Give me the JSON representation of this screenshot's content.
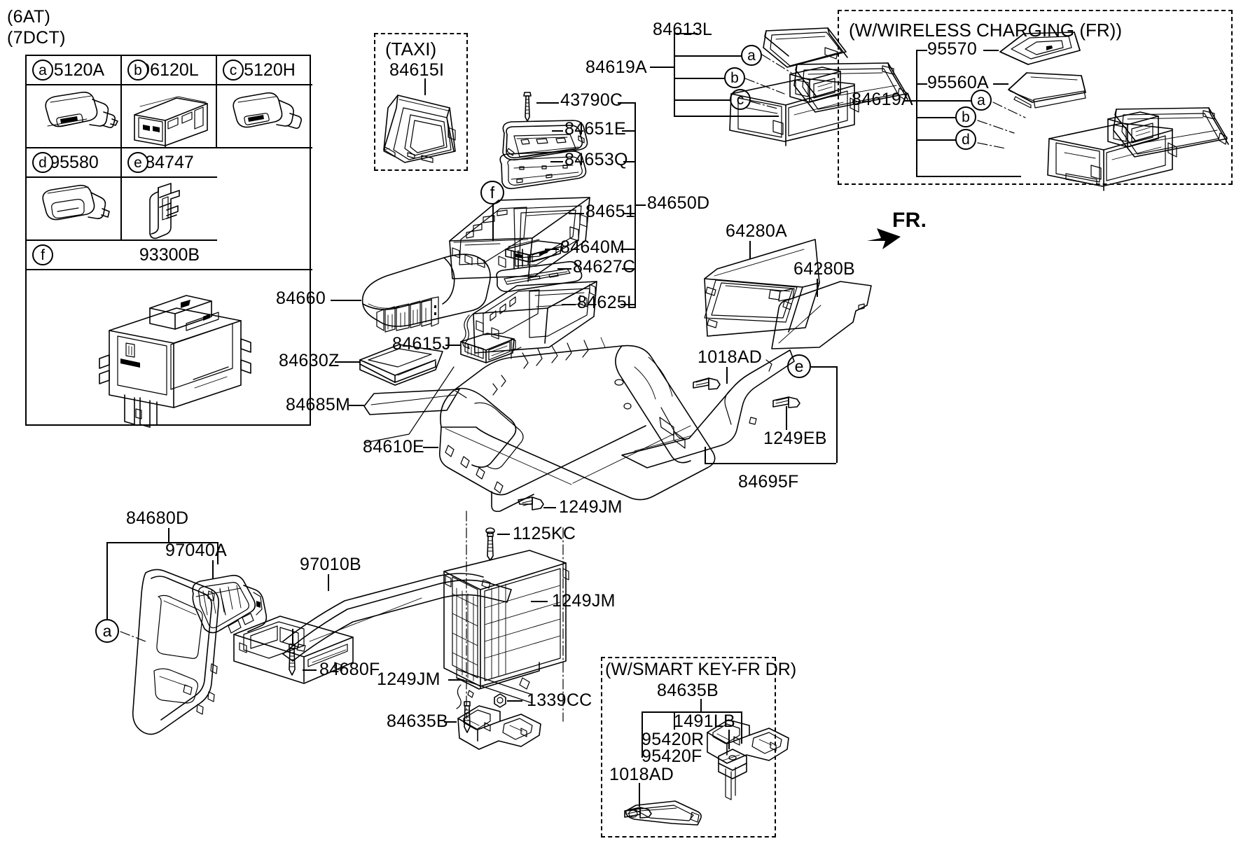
{
  "diagram": {
    "transmission_note_line1": "(6AT)",
    "transmission_note_line2": "(7DCT)",
    "direction_marker": "FR."
  },
  "legend": {
    "items": [
      {
        "key": "a",
        "part": "95120A",
        "icon": "cigar-lighter-icon"
      },
      {
        "key": "b",
        "part": "96120L",
        "icon": "usb-aux-jack-icon"
      },
      {
        "key": "c",
        "part": "95120H",
        "icon": "power-outlet-icon"
      },
      {
        "key": "d",
        "part": "95580",
        "icon": "charging-cap-icon"
      },
      {
        "key": "e",
        "part": "84747",
        "icon": "clip-icon"
      },
      {
        "key": "f",
        "part": "93300B",
        "icon": "switch-assembly-icon"
      }
    ]
  },
  "variant_boxes": [
    {
      "id": "taxi",
      "title": "(TAXI)",
      "parts": [
        "84615I"
      ]
    },
    {
      "id": "wireless-charging",
      "title": "(W/WIRELESS CHARGING (FR))",
      "parts": [
        "95570",
        "95560A",
        "84619A"
      ],
      "bubbles": [
        "a",
        "b",
        "d"
      ]
    },
    {
      "id": "smart-key",
      "title": "(W/SMART KEY-FR DR)",
      "parts": [
        "84635B",
        "1491LB",
        "95420R",
        "95420F",
        "1018AD"
      ]
    }
  ],
  "callouts": [
    {
      "id": "c-84613L",
      "part": "84613L"
    },
    {
      "id": "c-84619A-top",
      "part": "84619A"
    },
    {
      "id": "c-43790C",
      "part": "43790C"
    },
    {
      "id": "c-84651E",
      "part": "84651E"
    },
    {
      "id": "c-84653Q",
      "part": "84653Q"
    },
    {
      "id": "c-84651",
      "part": "84651"
    },
    {
      "id": "c-84650D",
      "part": "84650D"
    },
    {
      "id": "c-84640M",
      "part": "84640M"
    },
    {
      "id": "c-84627C",
      "part": "84627C"
    },
    {
      "id": "c-84625L",
      "part": "84625L"
    },
    {
      "id": "c-84660",
      "part": "84660"
    },
    {
      "id": "c-84615J",
      "part": "84615J"
    },
    {
      "id": "c-84630Z",
      "part": "84630Z"
    },
    {
      "id": "c-84685M",
      "part": "84685M"
    },
    {
      "id": "c-84610E",
      "part": "84610E"
    },
    {
      "id": "c-64280A",
      "part": "64280A"
    },
    {
      "id": "c-64280B",
      "part": "64280B"
    },
    {
      "id": "c-1018AD",
      "part": "1018AD"
    },
    {
      "id": "c-1249EB",
      "part": "1249EB"
    },
    {
      "id": "c-84695F",
      "part": "84695F"
    },
    {
      "id": "c-1249JM-mid",
      "part": "1249JM"
    },
    {
      "id": "c-1125KC",
      "part": "1125KC"
    },
    {
      "id": "c-84680D",
      "part": "84680D"
    },
    {
      "id": "c-97040A",
      "part": "97040A"
    },
    {
      "id": "c-97010B",
      "part": "97010B"
    },
    {
      "id": "c-84680F",
      "part": "84680F"
    },
    {
      "id": "c-1249JM-left",
      "part": "1249JM"
    },
    {
      "id": "c-1249JM-bottom",
      "part": "1249JM"
    },
    {
      "id": "c-1339CC",
      "part": "1339CC"
    },
    {
      "id": "c-84635B-bottom",
      "part": "84635B"
    },
    {
      "id": "c-95570",
      "part": "95570"
    },
    {
      "id": "c-95560A",
      "part": "95560A"
    },
    {
      "id": "c-84619A-wc",
      "part": "84619A"
    },
    {
      "id": "c-84615I",
      "part": "84615I"
    },
    {
      "id": "c-84635B-sk",
      "part": "84635B"
    },
    {
      "id": "c-1491LB",
      "part": "1491LB"
    },
    {
      "id": "c-95420R",
      "part": "95420R"
    },
    {
      "id": "c-95420F",
      "part": "95420F"
    },
    {
      "id": "c-1018AD-sk",
      "part": "1018AD"
    }
  ],
  "bubble_markers": [
    {
      "id": "b-top-a",
      "letter": "a"
    },
    {
      "id": "b-top-b",
      "letter": "b"
    },
    {
      "id": "b-top-c",
      "letter": "c"
    },
    {
      "id": "b-wc-a",
      "letter": "a"
    },
    {
      "id": "b-wc-b",
      "letter": "b"
    },
    {
      "id": "b-wc-d",
      "letter": "d"
    },
    {
      "id": "b-f-center",
      "letter": "f"
    },
    {
      "id": "b-e-right",
      "letter": "e"
    },
    {
      "id": "b-a-lowerleft",
      "letter": "a"
    }
  ],
  "colors": {
    "line": "#000000",
    "background": "#ffffff"
  }
}
